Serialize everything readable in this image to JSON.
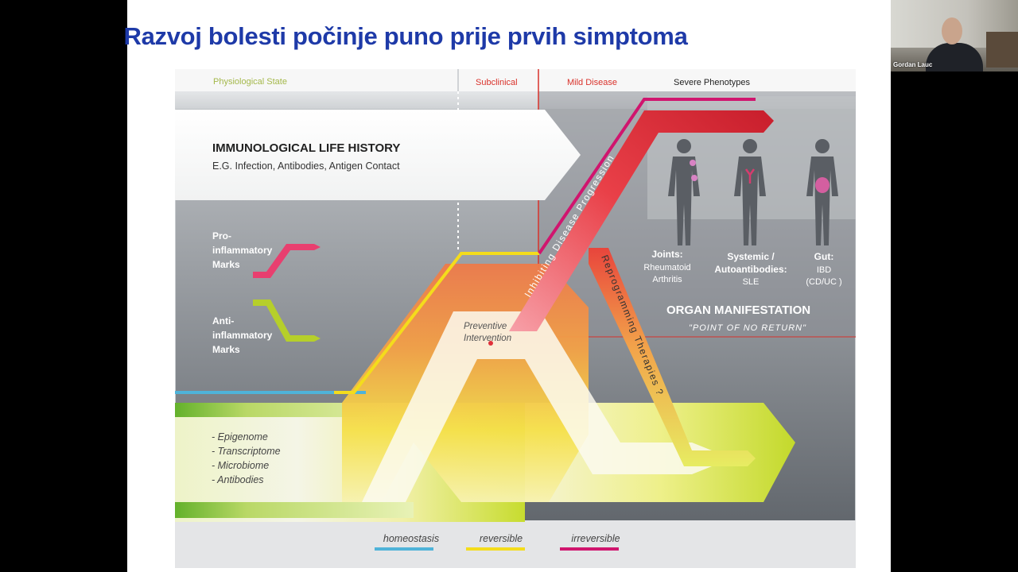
{
  "slide": {
    "title": "Razvoj bolesti počinje puno prije prvih simptoma"
  },
  "diagram": {
    "stages": [
      "Physiological State",
      "Subclinical",
      "Mild Disease",
      "Severe Phenotypes"
    ],
    "history_title": "IMMUNOLOGICAL LIFE HISTORY",
    "history_subtitle": "E.G. Infection, Antibodies, Antigen Contact",
    "pro_label": [
      "Pro-",
      "inflammatory",
      "Marks"
    ],
    "anti_label": [
      "Anti-",
      "inflammatory",
      "Marks"
    ],
    "omics": [
      "- Epigenome",
      "- Transcriptome",
      "- Microbiome",
      "- Antibodies"
    ],
    "preventive": [
      "Preventive",
      "Intervention"
    ],
    "inhibiting": "Inhibiting  Disease  Progression",
    "reprogramming": "Reprogramming  Therapies  ?",
    "organs": [
      {
        "title": "Joints:",
        "lines": [
          "Rheumatoid",
          "Arthritis"
        ]
      },
      {
        "title": "Systemic /",
        "lines": [
          "Autoantibodies:",
          "SLE"
        ]
      },
      {
        "title": "Gut:",
        "lines": [
          "IBD",
          "(CD/UC )"
        ]
      }
    ],
    "organ_manifestation": "ORGAN MANIFESTATION",
    "point_of_no_return": "\"POINT OF NO RETURN\"",
    "legend": [
      {
        "label": "homeostasis",
        "color": "#4fb3d9"
      },
      {
        "label": "reversible",
        "color": "#f4dc1c"
      },
      {
        "label": "irreversible",
        "color": "#d0156e"
      }
    ]
  },
  "video": {
    "participant_name": "Gordan Lauc"
  },
  "colors": {
    "title_blue": "#1e3aa8",
    "stage_olive": "#a4b84a",
    "stage_red": "#d9322b",
    "pro_pink": "#e83f6f",
    "anti_green": "#b6cf2a"
  }
}
